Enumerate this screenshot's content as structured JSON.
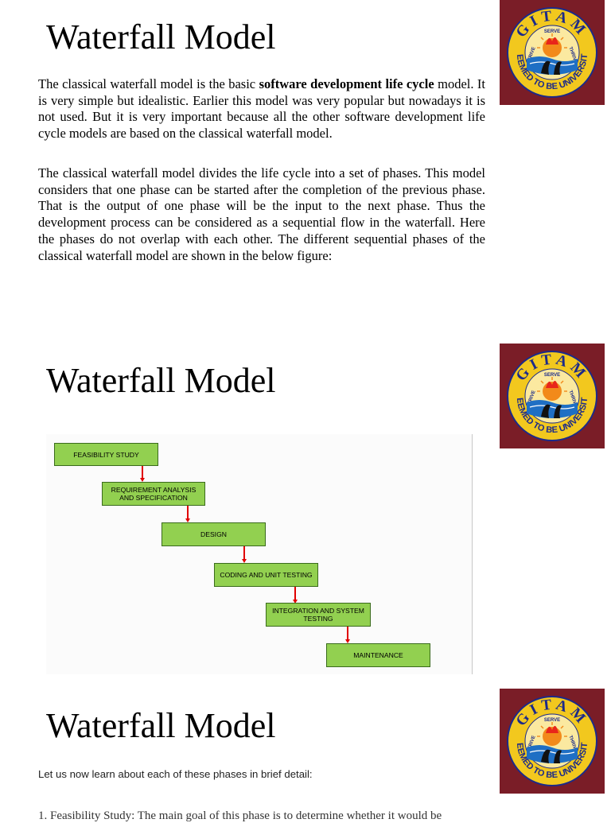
{
  "logo": {
    "text_top": "GITAM",
    "text_bottom": "DEEMED TO BE UNIVERSITY",
    "motto": [
      "STRIVE",
      "SERVE",
      "THRIVE"
    ],
    "background": "#7a1d27",
    "ring_color": "#f2c81e"
  },
  "slide1": {
    "title": "Waterfall Model",
    "p1": {
      "before": "The classical waterfall model is the basic ",
      "bold": "software development life cycle",
      "after": " model. It is very simple but idealistic. Earlier this model was very popular but nowadays it is not used. But it is very important because all the other software development life cycle models are based on the classical waterfall model."
    },
    "p2": "The classical waterfall model divides the life cycle into a set of phases. This model considers that one phase can be started after the completion of the previous phase. That is the output of one phase will be the input to the next phase. Thus the development process can be considered as a sequential flow in the waterfall. Here the phases do not overlap with each other. The different sequential phases of the classical waterfall model are shown in the below figure:"
  },
  "slide2": {
    "title": "Waterfall Model",
    "phases": [
      "FEASIBILITY STUDY",
      "REQUIREMENT ANALYSIS AND SPECIFICATION",
      "DESIGN",
      "CODING AND UNIT TESTING",
      "INTEGRATION AND SYSTEM TESTING",
      "MAINTENANCE"
    ],
    "box_color": "#92d050",
    "arrow_color": "#e00000"
  },
  "slide3": {
    "title": "Waterfall Model",
    "intro": "Let us now learn about each of these phases in brief detail:",
    "cutoff_line": "1. Feasibility Study: The main goal of this phase is to determine whether it would be"
  }
}
